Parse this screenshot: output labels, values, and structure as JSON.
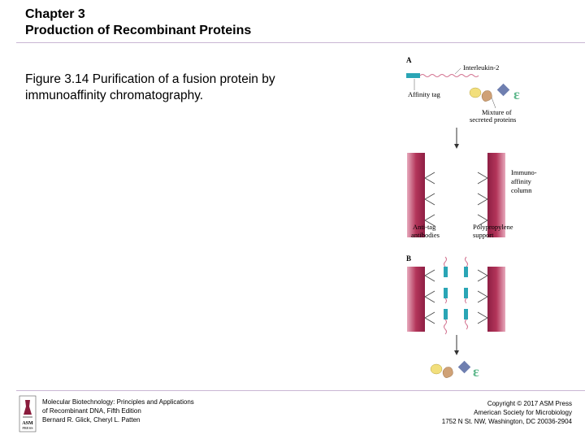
{
  "header": {
    "chapter": "Chapter 3",
    "title": "Production of Recombinant Proteins"
  },
  "caption": "Figure 3.14  Purification of a fusion protein by immunoaffinity chromatography.",
  "figure": {
    "panel_a_label": "A",
    "panel_b_label": "B",
    "interleukin_label": "Interleukin-2",
    "affinity_tag_label": "Affinity tag",
    "mixture_line1": "Mixture of",
    "mixture_line2": "secreted proteins",
    "immuno_line1": "Immuno-",
    "immuno_line2": "affinity",
    "immuno_line3": "column",
    "antitag_line1": "Anti-tag",
    "antitag_line2": "antibodies",
    "polypropylene_line1": "Polypropylene",
    "polypropylene_line2": "support",
    "colors": {
      "column": "#b3355a",
      "tag": "#2aa5b5",
      "yellow_protein": "#f2df7c",
      "tan_protein": "#cfa176",
      "diamond_protein": "#6f7fb0",
      "green_protein": "#5fb88c",
      "interleukin_line": "#d2708e"
    }
  },
  "logo": {
    "name": "ASM PRESS",
    "line1": "ASM",
    "line2": "PRESS"
  },
  "footer": {
    "left_line1": "Molecular Biotechnology: Principles and Applications",
    "left_line2": "of Recombinant DNA, Fifth Edition",
    "left_line3": "Bernard R. Glick, Cheryl L. Patten",
    "right_line1": "Copyright © 2017 ASM Press",
    "right_line2": "American Society for Microbiology",
    "right_line3": "1752 N St. NW, Washington, DC 20036-2904"
  }
}
